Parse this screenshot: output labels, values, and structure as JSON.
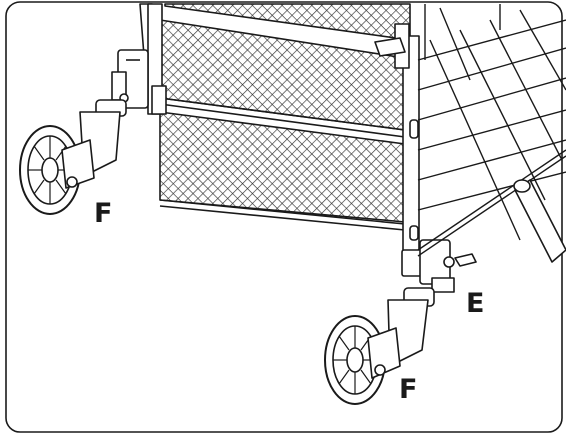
{
  "labels": {
    "f_left": "F",
    "e": "E",
    "f_right": "F"
  },
  "colors": {
    "stroke": "#1a1a1a",
    "background": "#ffffff",
    "mesh": "#444444"
  },
  "icons": {
    "left_caster": "caster-wheel-icon",
    "right_caster": "caster-wheel-icon",
    "handle": "lever-handle-icon"
  }
}
